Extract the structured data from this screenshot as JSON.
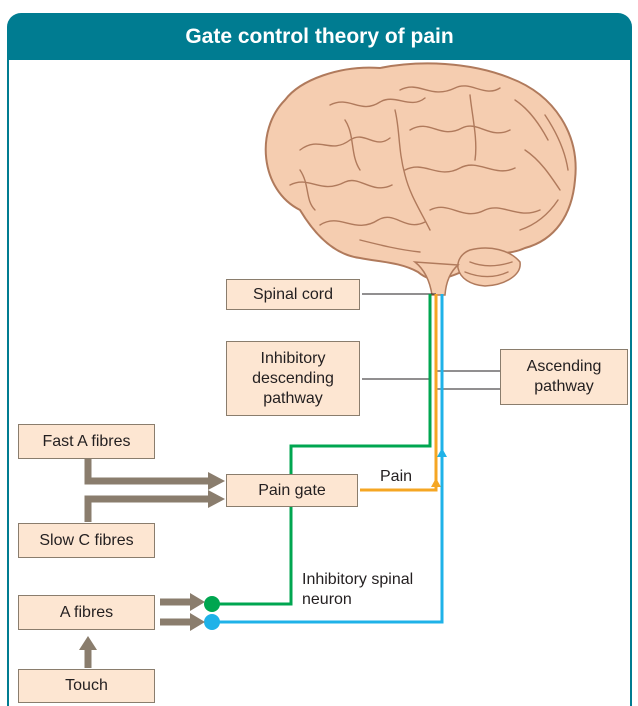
{
  "header": {
    "title": "Gate control theory of pain"
  },
  "labels": {
    "spinal_cord": "Spinal cord",
    "inhibitory_descending": "Inhibitory descending pathway",
    "ascending": "Ascending pathway",
    "fast_a": "Fast A fibres",
    "slow_c": "Slow C fibres",
    "pain_gate": "Pain gate",
    "a_fibres": "A fibres",
    "touch": "Touch",
    "pain": "Pain",
    "inhibitory_spinal": "Inhibitory spinal neuron"
  },
  "colors": {
    "header": "#007c91",
    "box_fill": "#fde6d2",
    "box_border": "#8a7d6d",
    "arrow": "#8a7d6d",
    "green_path": "#00a650",
    "orange_path": "#f5a623",
    "blue_path": "#1fb2e8",
    "brain": "#f5cdb0",
    "brain_outline": "#b07a5c"
  },
  "icons": [
    "brain-illustration"
  ]
}
